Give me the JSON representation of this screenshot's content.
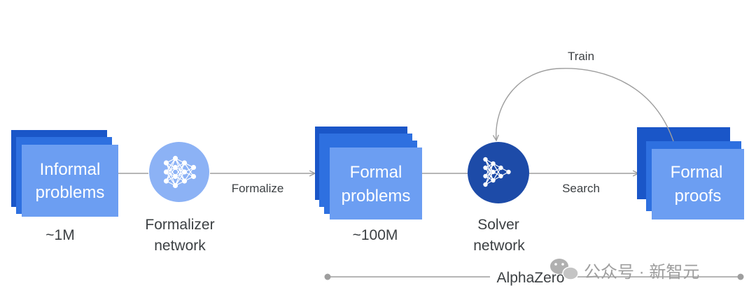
{
  "colors": {
    "card_dark": "#1A56C8",
    "card_mid": "#2E70E0",
    "card_front": "#6C9EF2",
    "formalizer_circle": "#8CB2F5",
    "solver_circle": "#1D4BA8",
    "arrow": "#9E9E9E",
    "text_white": "#FFFFFF",
    "text_dark": "#3C4043",
    "watermark": "#9E9E9E"
  },
  "stacks": {
    "informal": {
      "line1": "Informal",
      "line2": "problems",
      "count": "~1M"
    },
    "formal_problems": {
      "line1": "Formal",
      "line2": "problems",
      "count": "~100M"
    },
    "formal_proofs": {
      "line1": "Formal",
      "line2": "proofs"
    }
  },
  "networks": {
    "formalizer": {
      "line1": "Formalizer",
      "line2": "network",
      "icon": "neural-network-icon"
    },
    "solver": {
      "line1": "Solver",
      "line2": "network",
      "icon": "neural-network-play-icon"
    }
  },
  "edges": {
    "formalize": "Formalize",
    "search": "Search",
    "train": "Train"
  },
  "span_label": "AlphaZero",
  "watermark": "公众号 · 新智元"
}
